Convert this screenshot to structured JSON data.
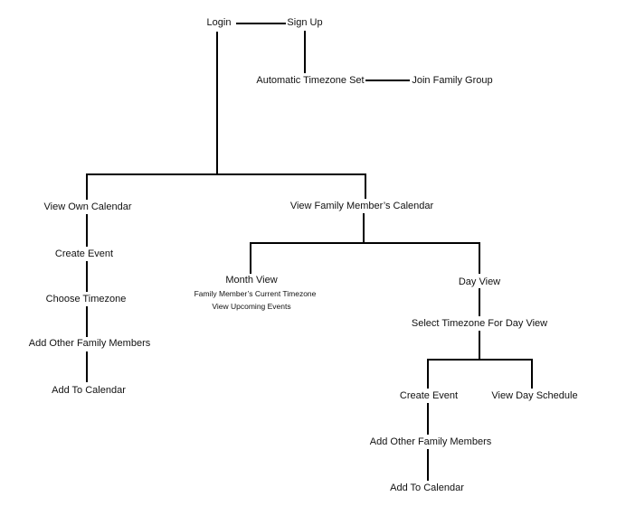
{
  "nodes": {
    "login": "Login",
    "sign_up": "Sign Up",
    "automatic_timezone_set": "Automatic Timezone Set",
    "join_family_group": "Join Family Group",
    "view_own_calendar": "View Own Calendar",
    "view_family_calendar": "View Family Member’s Calendar",
    "create_event_left": "Create Event",
    "choose_timezone": "Choose Timezone",
    "add_other_family_left": "Add Other Family Members",
    "add_to_calendar_left": "Add To Calendar",
    "month_view": "Month View",
    "month_view_detail_1": "Family Member’s Current Timezone",
    "month_view_detail_2": "View Upcoming Events",
    "day_view": "Day View",
    "select_timezone_day_view": "Select Timezone For Day View",
    "create_event_right": "Create Event",
    "view_day_schedule": "View Day Schedule",
    "add_other_family_right": "Add Other Family Members",
    "add_to_calendar_right": "Add To Calendar"
  },
  "colors": {
    "line": "#000000",
    "text": "#111111",
    "background": "#ffffff"
  }
}
